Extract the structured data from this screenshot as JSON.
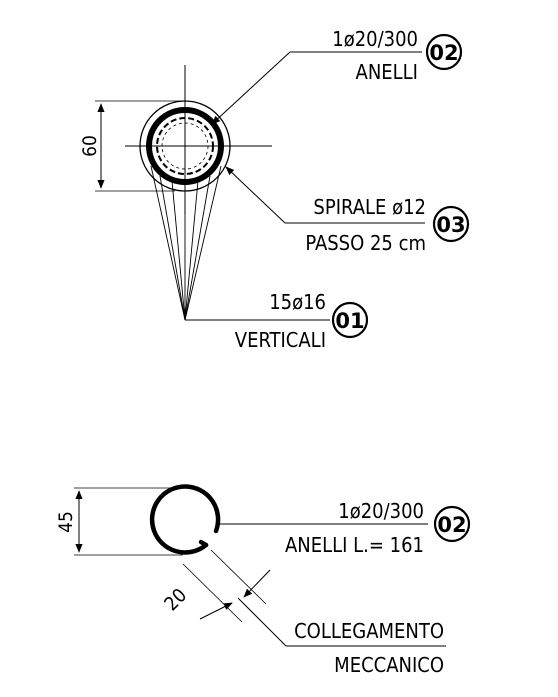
{
  "column_section": {
    "dimension": "60",
    "rings": {
      "label": "1ø20/300",
      "sublabel": "ANELLI",
      "tag": "02"
    },
    "spiral": {
      "label": "SPIRALE ø12",
      "sublabel": "PASSO 25 cm",
      "tag": "03"
    },
    "verticals": {
      "label": "15ø16",
      "sublabel": "VERTICALI",
      "tag": "01"
    }
  },
  "ring_detail": {
    "dimension": "45",
    "ring": {
      "label": "1ø20/300",
      "sublabel": "ANELLI L.= 161",
      "tag": "02"
    },
    "overlap_dimension": "20",
    "connection": {
      "line1": "COLLEGAMENTO",
      "line2": "MECCANICO"
    }
  },
  "colors": {
    "ink": "#000000",
    "paper": "#ffffff"
  }
}
